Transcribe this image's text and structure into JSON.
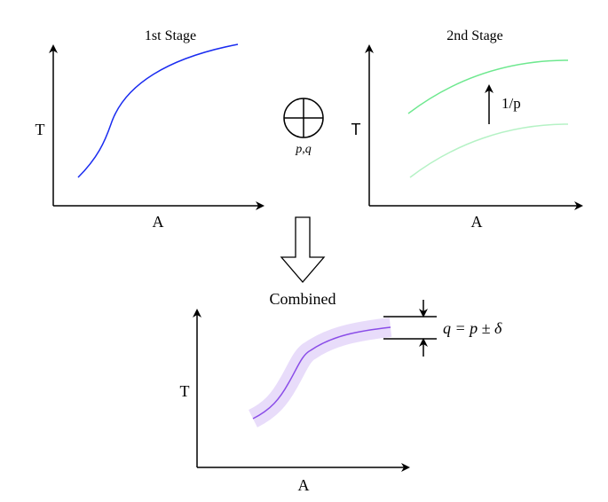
{
  "stage1": {
    "title": "1st Stage",
    "ylabel": "T",
    "xlabel": "A",
    "curve_color": "#1a2cf0"
  },
  "operator": {
    "label": "p,q",
    "icon": "circled-plus-icon"
  },
  "stage2": {
    "title": "2nd Stage",
    "ylabel": "T",
    "xlabel": "A",
    "shift_label": "1/p",
    "curve_color": "#6ee88f",
    "curve_color_light": "#b5f2c5"
  },
  "combined": {
    "title": "Combined",
    "ylabel": "T",
    "xlabel": "A",
    "band_label": "q = p ± δ",
    "curve_color": "#8a4de8",
    "band_color": "#e8dcfa"
  }
}
